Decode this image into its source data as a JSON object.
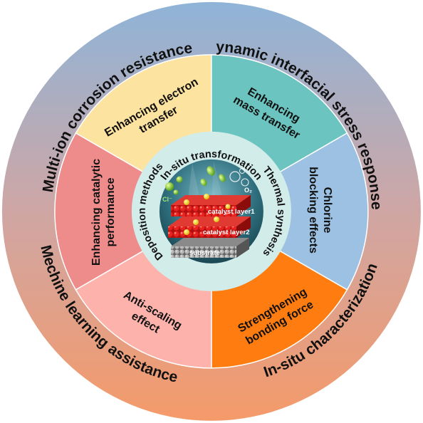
{
  "outer_ring": {
    "top_left": "Multi-ion corrosion resistance",
    "top_right": "Dynamic interfacial stress responses",
    "bottom_left": "Mechine learning assistance",
    "bottom_right": "In-situ characterization"
  },
  "segments": [
    {
      "lines": [
        "Enhancing electron",
        "transfer"
      ],
      "color": "#fde3a0"
    },
    {
      "lines": [
        "Enhancing",
        "mass transfer"
      ],
      "color": "#6cc4c0"
    },
    {
      "lines": [
        "Chlorine",
        "blocking effects"
      ],
      "color": "#9cc1e2"
    },
    {
      "lines": [
        "Strengthening",
        "bonding force"
      ],
      "color": "#ff7d10"
    },
    {
      "lines": [
        "Anti-scaling",
        "effect"
      ],
      "color": "#fdb3ac"
    },
    {
      "lines": [
        "Enhancing catalytic",
        "performance"
      ],
      "color": "#ee8b8b"
    }
  ],
  "inner_ring": {
    "top": "In-situ transformation",
    "right": "Thermal synthesis",
    "left": "Deposition methods"
  },
  "center": {
    "layer1": "catalyst layer1",
    "layer2": "catalyst layer2",
    "substrate": "substrate",
    "ion_cl": "Cl⁻",
    "ion_o2": "O₂"
  }
}
